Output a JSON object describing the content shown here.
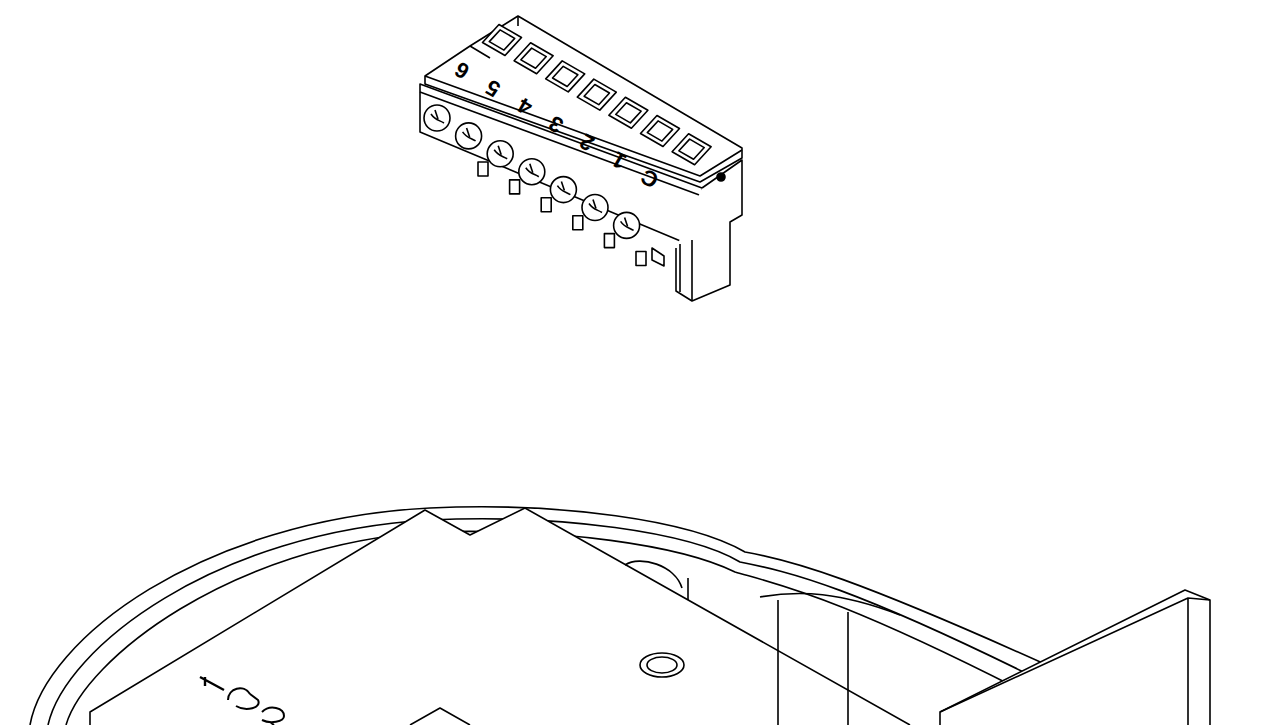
{
  "diagram": {
    "labels": [
      "6",
      "5",
      "4",
      "3",
      "2",
      "1",
      "C"
    ]
  }
}
